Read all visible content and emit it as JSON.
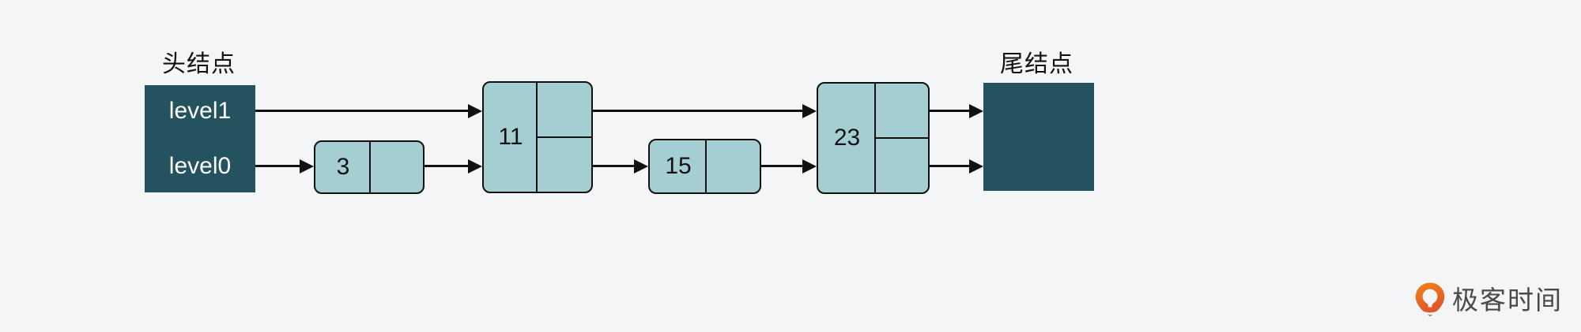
{
  "diagram": {
    "title": "skip-list-structure",
    "background_color": "#f4f5f7",
    "sentinel_color": "#24525f",
    "node_color": "#a5ced3",
    "stroke_color": "#111111",
    "captions": {
      "head": "头结点",
      "tail": "尾结点"
    },
    "head_node": {
      "levels": [
        {
          "label": "level1"
        },
        {
          "label": "level0"
        }
      ]
    },
    "tail_node": {
      "label": ""
    },
    "nodes": [
      {
        "key": "3",
        "levels": 1
      },
      {
        "key": "11",
        "levels": 2
      },
      {
        "key": "15",
        "levels": 1
      },
      {
        "key": "23",
        "levels": 2
      }
    ]
  },
  "logo": {
    "mark": "geektime-pin-icon",
    "text": "极客时间",
    "accent_color": "#ef6a21"
  }
}
